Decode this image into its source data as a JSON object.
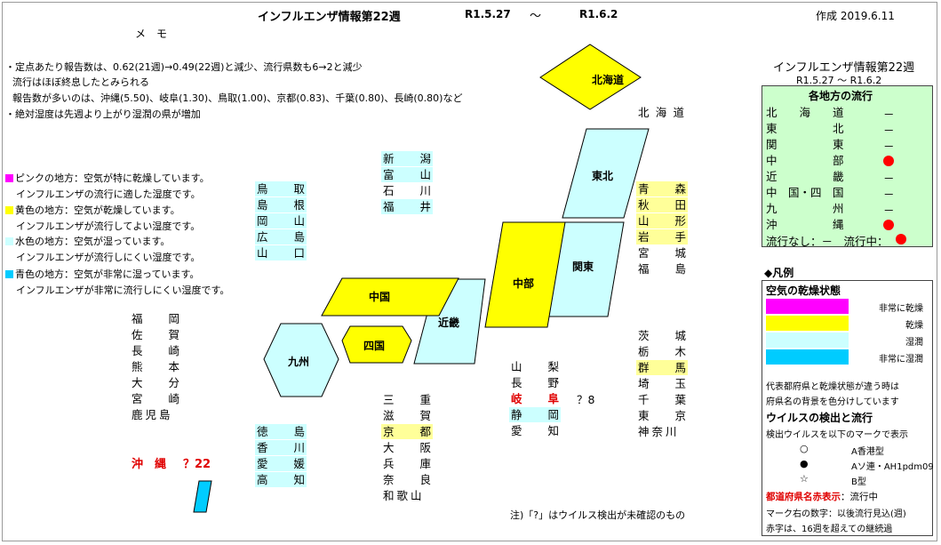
{
  "header": {
    "title": "インフルエンザ情報第22週",
    "period_start": "R1.5.27",
    "tilde": "～",
    "period_end": "R1.6.2",
    "created": "作成 2019.6.11"
  },
  "memo": {
    "heading": "メ　モ",
    "lines": [
      "・定点あたり報告数は、0.62(21週)→0.49(22週)と減少、流行県数も6→2と減少",
      "流行はほぼ終息したとみられる",
      "報告数が多いのは、沖縄(5.50)、岐阜(1.30)、鳥取(1.00)、京都(0.83)、千葉(0.80)、長崎(0.80)など",
      "・絶対湿度は先週より上がり湿潤の県が増加"
    ]
  },
  "color_notes": [
    {
      "color": "#ff00ff",
      "line1": "ピンクの地方：空気が特に乾燥しています。",
      "line2": "インフルエンザの流行に適した湿度です。"
    },
    {
      "color": "#ffff00",
      "line1": "黄色の地方：空気が乾燥しています。",
      "line2": "インフルエンザが流行してよい湿度です。"
    },
    {
      "color": "#ccffff",
      "line1": "水色の地方：空気が湿っています。",
      "line2": "インフルエンザが流行しにくい湿度です。"
    },
    {
      "color": "#00ccff",
      "line1": "青色の地方：空気が非常に湿っています。",
      "line2": "インフルエンザが非常に流行しにくい湿度です。"
    }
  ],
  "regions": {
    "hokkaido": "北海道",
    "tohoku": "東北",
    "kanto": "関東",
    "chubu": "中部",
    "kinki": "近畿",
    "chugoku": "中国",
    "shikoku": "四国",
    "kyushu": "九州",
    "hokkaido_pref": [
      "北",
      "海",
      "道"
    ]
  },
  "prefectures": {
    "chugoku": [
      {
        "a": "鳥",
        "b": "取",
        "bg": "#ccffff"
      },
      {
        "a": "島",
        "b": "根",
        "bg": "#ccffff"
      },
      {
        "a": "岡",
        "b": "山",
        "bg": "#ccffff"
      },
      {
        "a": "広",
        "b": "島",
        "bg": "#ccffff"
      },
      {
        "a": "山",
        "b": "口",
        "bg": "#ccffff"
      }
    ],
    "hokuriku": [
      {
        "a": "新",
        "b": "潟",
        "bg": "#ccffff"
      },
      {
        "a": "富",
        "b": "山",
        "bg": "#ccffff"
      },
      {
        "a": "石",
        "b": "川",
        "bg": ""
      },
      {
        "a": "福",
        "b": "井",
        "bg": "#ccffff"
      }
    ],
    "tohoku": [
      {
        "a": "青",
        "b": "森",
        "bg": "#ffff99"
      },
      {
        "a": "秋",
        "b": "田",
        "bg": "#ffff99"
      },
      {
        "a": "山",
        "b": "形",
        "bg": "#ffff99"
      },
      {
        "a": "岩",
        "b": "手",
        "bg": "#ffff99"
      },
      {
        "a": "宮",
        "b": "城",
        "bg": ""
      },
      {
        "a": "福",
        "b": "島",
        "bg": ""
      }
    ],
    "kyushu": [
      {
        "a": "福",
        "b": "岡"
      },
      {
        "a": "佐",
        "b": "賀"
      },
      {
        "a": "長",
        "b": "崎"
      },
      {
        "a": "熊",
        "b": "本"
      },
      {
        "a": "大",
        "b": "分"
      },
      {
        "a": "宮",
        "b": "崎"
      },
      {
        "a": "鹿児島",
        "b": ""
      }
    ],
    "shikoku": [
      {
        "a": "徳",
        "b": "島",
        "bg": "#ccffff"
      },
      {
        "a": "香",
        "b": "川",
        "bg": "#ccffff"
      },
      {
        "a": "愛",
        "b": "媛",
        "bg": "#ccffff"
      },
      {
        "a": "高",
        "b": "知",
        "bg": "#ccffff"
      }
    ],
    "kinki": [
      {
        "a": "三",
        "b": "重",
        "bg": ""
      },
      {
        "a": "滋",
        "b": "賀",
        "bg": ""
      },
      {
        "a": "京",
        "b": "都",
        "bg": "#ffff99"
      },
      {
        "a": "大",
        "b": "阪",
        "bg": ""
      },
      {
        "a": "兵",
        "b": "庫",
        "bg": ""
      },
      {
        "a": "奈",
        "b": "良",
        "bg": ""
      },
      {
        "a": "和歌山",
        "b": "",
        "bg": ""
      }
    ],
    "chubu": [
      {
        "a": "山",
        "b": "梨",
        "bg": ""
      },
      {
        "a": "長",
        "b": "野",
        "bg": ""
      },
      {
        "a": "岐",
        "b": "阜",
        "bg": "",
        "red": true
      },
      {
        "a": "静",
        "b": "岡",
        "bg": "#ccffff"
      },
      {
        "a": "愛",
        "b": "知",
        "bg": ""
      }
    ],
    "kanto": [
      {
        "a": "茨",
        "b": "城",
        "bg": ""
      },
      {
        "a": "栃",
        "b": "木",
        "bg": ""
      },
      {
        "a": "群",
        "b": "馬",
        "bg": "#ffff99"
      },
      {
        "a": "埼",
        "b": "玉",
        "bg": ""
      },
      {
        "a": "千",
        "b": "葉",
        "bg": ""
      },
      {
        "a": "東",
        "b": "京",
        "bg": ""
      },
      {
        "a": "神奈川",
        "b": "",
        "bg": ""
      }
    ],
    "gifu_mark": "？8",
    "okinawa": "沖　縄",
    "okinawa_mark": "？22"
  },
  "footnote": "注)「?」はウイルス検出が未確認のもの",
  "sidebar": {
    "title": "インフルエンザ情報第22週",
    "period": "R1.5.27 ～ R1.6.2",
    "status_heading": "各地方の流行",
    "status_rows": [
      {
        "name": "北　　海　　道",
        "mark": "－",
        "active": false
      },
      {
        "name": "東　　　　　北",
        "mark": "－",
        "active": false
      },
      {
        "name": "関　　　　　東",
        "mark": "－",
        "active": false
      },
      {
        "name": "中　　　　　部",
        "mark": "",
        "active": true
      },
      {
        "name": "近　　　　　畿",
        "mark": "－",
        "active": false
      },
      {
        "name": "中　国・四　国",
        "mark": "－",
        "active": false
      },
      {
        "name": "九　　　　　州",
        "mark": "－",
        "active": false
      },
      {
        "name": "沖　　　　　縄",
        "mark": "",
        "active": true
      }
    ],
    "status_footer": "流行なし：－　流行中：",
    "legend_heading": "◆凡例",
    "dryness_heading": "空気の乾燥状態",
    "dryness_items": [
      {
        "color": "#ff00ff",
        "label": "非常に乾燥"
      },
      {
        "color": "#ffff00",
        "label": "乾燥"
      },
      {
        "color": "#ccffff",
        "label": "湿潤"
      },
      {
        "color": "#00ccff",
        "label": "非常に湿潤"
      }
    ],
    "note1": "代表都府県と乾燥状態が違う時は",
    "note2": "府県名の背景を色分けしています",
    "virus_heading": "ウイルスの検出と流行",
    "virus_intro": "検出ウイルスを以下のマークで表示",
    "virus_items": [
      {
        "mark": "○",
        "label": "A香港型"
      },
      {
        "mark": "●",
        "label": "Aソ連・AH1pdm09"
      },
      {
        "mark": "☆",
        "label": "B型"
      }
    ],
    "red_note_bold": "都道府県名赤表示",
    "red_note_rest": "：流行中",
    "mark_note": "マーク右の数字：以後流行見込(週)",
    "red_num_note": "赤字は、16週を超えての継続過"
  }
}
